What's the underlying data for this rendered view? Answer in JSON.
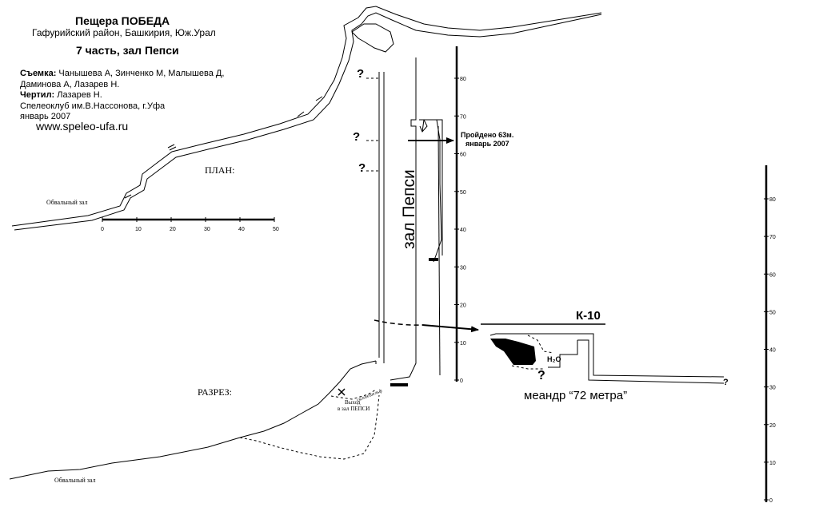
{
  "header": {
    "title": "Пещера ПОБЕДА",
    "subtitle": "Гафурийский район, Башкирия, Юж.Урал",
    "part": "7 часть, зал Пепси"
  },
  "credits": {
    "survey_label": "Съемка:",
    "survey_names_1": "Чанышева А, Зинченко М, Малышева Д,",
    "survey_names_2": "Даминова А, Лазарев Н.",
    "drawn_label": "Чертил:",
    "drawn_names": "Лазарев Н.",
    "club": "Спелеоклуб им.В.Нассонова, г.Уфа",
    "date": "январь 2007",
    "website": "www.speleo-ufa.ru"
  },
  "plan": {
    "label": "ПЛАН:",
    "obval_label": "Обвальный зал",
    "scale_ticks": [
      "0",
      "10",
      "20",
      "30",
      "40",
      "50"
    ]
  },
  "section": {
    "label": "РАЗРЕЗ:",
    "obval_label": "Обвальный зал",
    "exit_label_1": "Выход",
    "exit_label_2": "в зал ПЕПСИ",
    "slope_label": "склон/шельф"
  },
  "hall": {
    "name": "зал Пепси",
    "passed_1": "Пройдено 63м.",
    "passed_2": "январь 2007",
    "unknown_mark": "?",
    "scale_ticks": [
      "0",
      "10",
      "20",
      "30",
      "40",
      "50",
      "60",
      "70",
      "80"
    ]
  },
  "meander": {
    "k10": "К-10",
    "water": "H₂O",
    "name": "меандр “72 метра”",
    "scale_ticks": [
      "0",
      "10",
      "20",
      "30",
      "40",
      "50",
      "60",
      "70",
      "80"
    ]
  }
}
